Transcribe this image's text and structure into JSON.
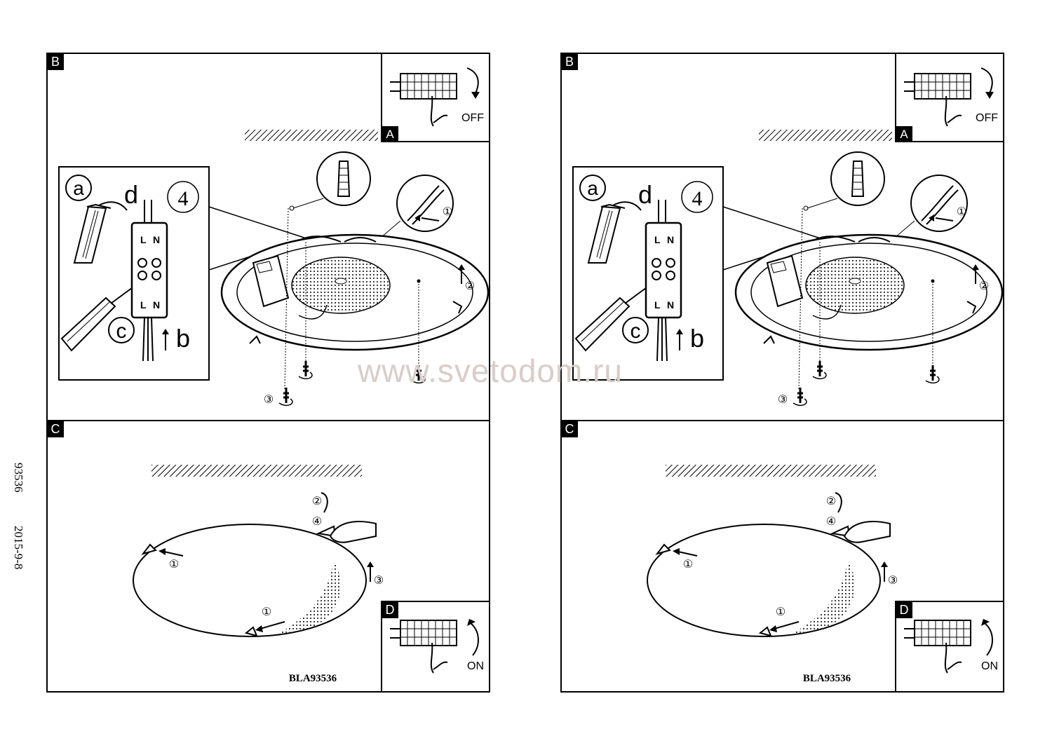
{
  "sheets": [
    {
      "panels": {
        "b": "B",
        "a": "A",
        "c": "C",
        "d": "D"
      },
      "switch_off_label": "OFF",
      "switch_on_label": "ON",
      "step_number": "4",
      "wire_letters": {
        "a": "a",
        "b": "b",
        "c": "c",
        "d": "d"
      },
      "terminal_labels": {
        "l": "L",
        "n": "N"
      },
      "steps": {
        "s1": "①",
        "s2": "②",
        "s3": "③",
        "s4": "④"
      },
      "model_code": "BLA93536"
    },
    {
      "panels": {
        "b": "B",
        "a": "A",
        "c": "C",
        "d": "D"
      },
      "switch_off_label": "OFF",
      "switch_on_label": "ON",
      "step_number": "4",
      "wire_letters": {
        "a": "a",
        "b": "b",
        "c": "c",
        "d": "d"
      },
      "terminal_labels": {
        "l": "L",
        "n": "N"
      },
      "steps": {
        "s1": "①",
        "s2": "②",
        "s3": "③",
        "s4": "④"
      },
      "model_code": "BLA93536"
    }
  ],
  "side_text": {
    "article": "93536",
    "date": "2015-9-8"
  },
  "watermark": "www.svetodom.ru"
}
